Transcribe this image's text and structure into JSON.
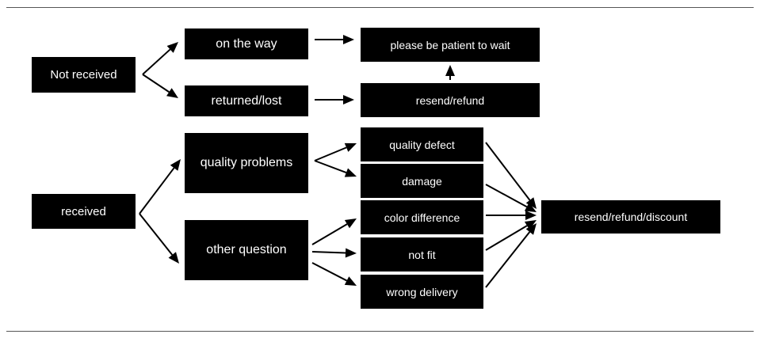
{
  "colors": {
    "box_fill": "#000000",
    "box_text": "#ffffff",
    "line": "#000000",
    "rule": "#555555"
  },
  "diagram": {
    "not_received": {
      "label": "Not received",
      "on_the_way": "on the way",
      "returned_lost": "returned/lost",
      "please_wait": "please be patient to wait",
      "resend_refund": "resend/refund"
    },
    "received": {
      "label": "received",
      "quality_problems": "quality problems",
      "other_question": "other question",
      "quality_defect": "quality defect",
      "damage": "damage",
      "color_difference": "color difference",
      "not_fit": "not fit",
      "wrong_delivery": "wrong delivery",
      "outcome": "resend/refund/discount"
    }
  }
}
